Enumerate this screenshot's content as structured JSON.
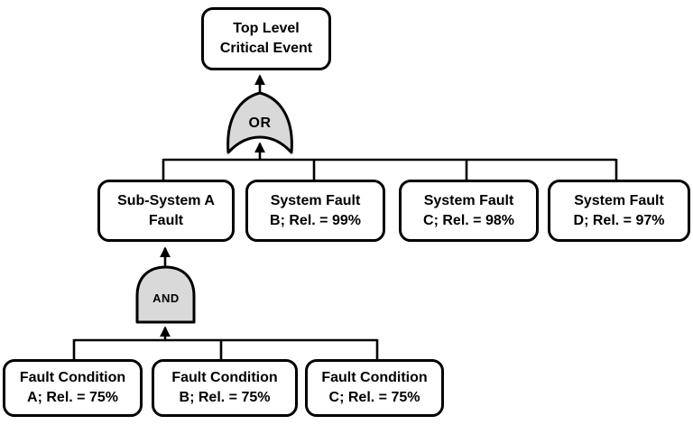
{
  "diagram_type": "fault-tree",
  "nodes": {
    "top": {
      "line1": "Top Level",
      "line2": "Critical Event"
    },
    "level2": [
      {
        "line1": "Sub-System A",
        "line2": "Fault"
      },
      {
        "line1": "System Fault",
        "line2": "B; Rel. = 99%"
      },
      {
        "line1": "System Fault",
        "line2": "C; Rel. = 98%"
      },
      {
        "line1": "System Fault",
        "line2": "D; Rel. = 97%"
      }
    ],
    "level3": [
      {
        "line1": "Fault Condition",
        "line2": "A; Rel. = 75%"
      },
      {
        "line1": "Fault Condition",
        "line2": "B; Rel. = 75%"
      },
      {
        "line1": "Fault Condition",
        "line2": "C; Rel. = 75%"
      }
    ]
  },
  "gates": {
    "or": {
      "label": "OR"
    },
    "and": {
      "label": "AND"
    }
  },
  "colors": {
    "gate_fill": "#d9d9d9",
    "stroke": "#000000",
    "box_fill": "#ffffff",
    "background": "#ffffff"
  }
}
